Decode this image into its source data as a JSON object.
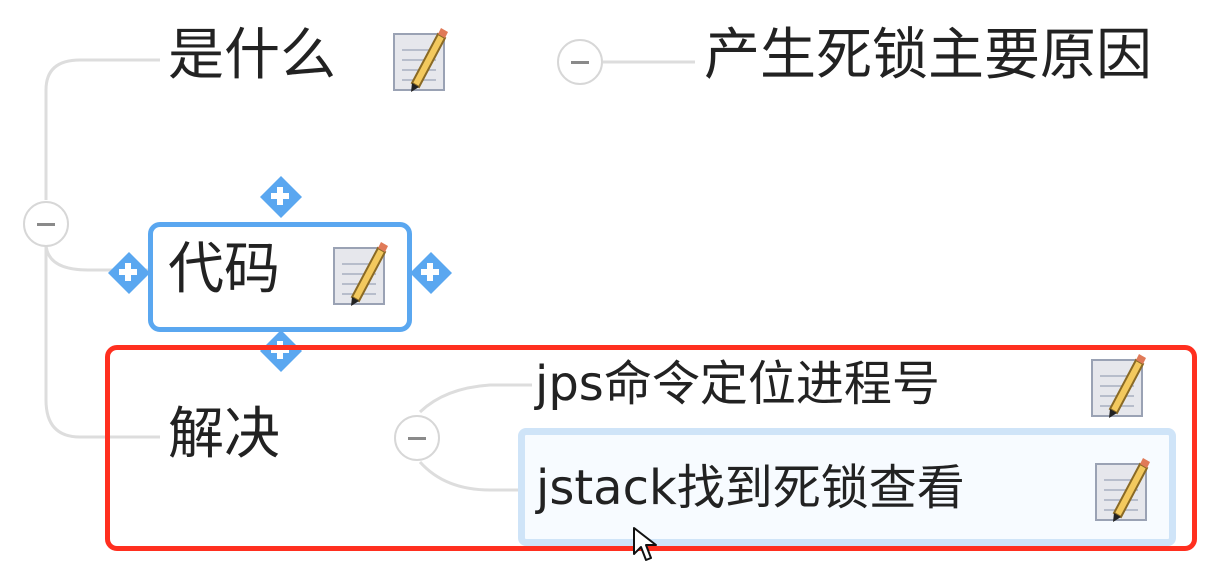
{
  "mindmap": {
    "branch_what": {
      "label": "是什么"
    },
    "branch_main_cause": {
      "label": "产生死锁主要原因"
    },
    "branch_code": {
      "label": "代码"
    },
    "branch_solve": {
      "label": "解决",
      "children": [
        {
          "label": "jps命令定位进程号"
        },
        {
          "label": "jstack找到死锁查看"
        }
      ]
    }
  },
  "icons": {
    "note": "note-pencil-icon",
    "collapse": "minus-circle-icon",
    "add": "plus-icon",
    "cursor": "mouse-pointer-icon"
  },
  "colors": {
    "selection_blue": "#5aa7f0",
    "highlight_red": "#ff2f1f",
    "branch_gray": "#d9d9d9",
    "focus_light_blue": "#cfe4f8"
  }
}
